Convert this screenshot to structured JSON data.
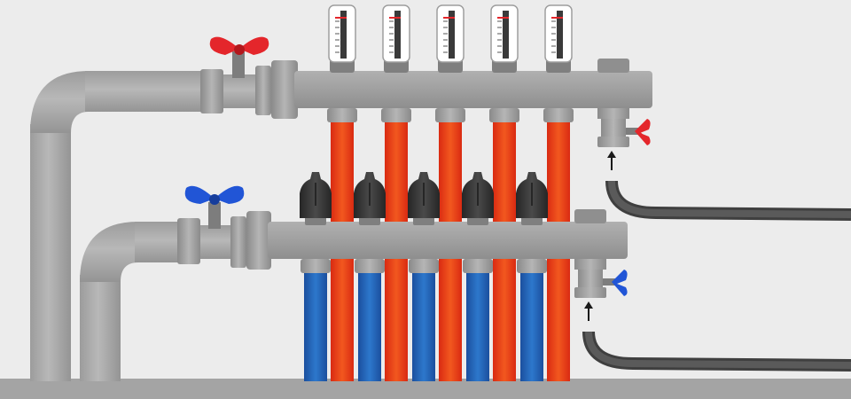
{
  "colors": {
    "background": "#ececec",
    "pipe_gray": "#a9a9a9",
    "manifold_gray": "#9a9a9a",
    "supply_red": "#e8301c",
    "return_blue": "#1f5fb8",
    "handle_red": "#e4262b",
    "handle_blue": "#2155d6",
    "actuator_black": "#2f2f2f",
    "hose_dark": "#4d4d4d"
  },
  "icons": {
    "supply_valve": "butterfly-valve-red-icon",
    "return_valve": "butterfly-valve-blue-icon",
    "flow_meter": "flow-meter-icon",
    "actuator": "thermal-actuator-icon",
    "flow_arrow": "arrow-up-icon"
  },
  "manifold": {
    "circuits": 5,
    "flow_meter_count": 5,
    "actuator_count": 5
  }
}
